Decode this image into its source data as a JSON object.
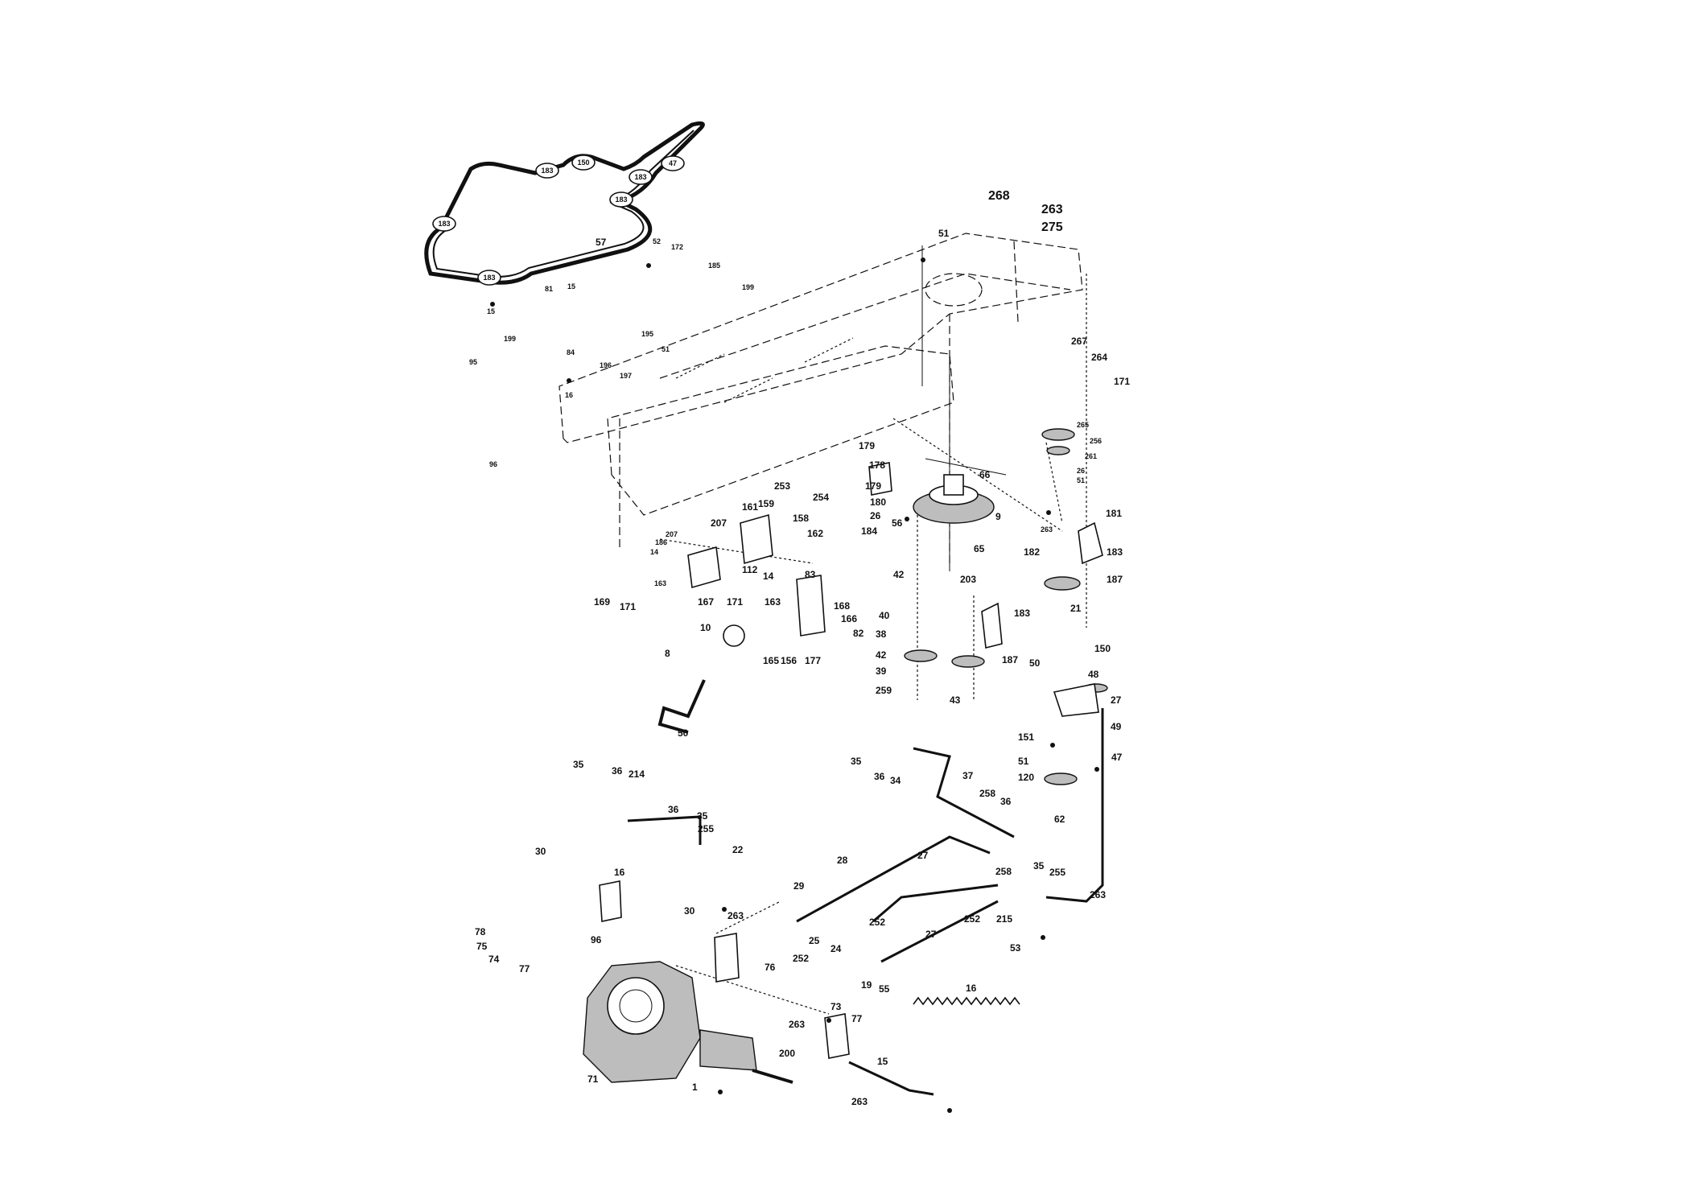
{
  "diagram": {
    "kind": "exploded parts diagram",
    "callouts": [
      "268",
      "263",
      "275",
      "51",
      "57",
      "52",
      "172",
      "185",
      "199",
      "81",
      "15",
      "15",
      "199",
      "84",
      "195",
      "51",
      "196",
      "197",
      "16",
      "95",
      "96",
      "267",
      "264",
      "171",
      "265",
      "256",
      "261",
      "26",
      "51",
      "179",
      "178",
      "179",
      "180",
      "26",
      "184",
      "253",
      "254",
      "56",
      "66",
      "9",
      "65",
      "203",
      "181",
      "263",
      "161",
      "159",
      "158",
      "162",
      "207",
      "207",
      "186",
      "14",
      "163",
      "169",
      "171",
      "112",
      "14",
      "83",
      "167",
      "171",
      "163",
      "168",
      "166",
      "82",
      "165",
      "156",
      "177",
      "42",
      "40",
      "38",
      "42",
      "39",
      "259",
      "183",
      "187",
      "43",
      "182",
      "183",
      "187",
      "21",
      "10",
      "8",
      "50",
      "50",
      "150",
      "48",
      "27",
      "151",
      "49",
      "51",
      "47",
      "120",
      "62",
      "35",
      "36",
      "34",
      "37",
      "258",
      "36",
      "35",
      "255",
      "35",
      "36",
      "214",
      "36",
      "35",
      "255",
      "22",
      "28",
      "27",
      "258",
      "29",
      "252",
      "252",
      "215",
      "27",
      "53",
      "263",
      "30",
      "16",
      "30",
      "263",
      "76",
      "78",
      "75",
      "74",
      "77",
      "96",
      "252",
      "25",
      "24",
      "19",
      "55",
      "16",
      "263",
      "73",
      "77",
      "200",
      "15",
      "1",
      "71",
      "263"
    ],
    "belt_pulley_labels": [
      "183",
      "183",
      "150",
      "183",
      "47",
      "183",
      "183"
    ]
  }
}
